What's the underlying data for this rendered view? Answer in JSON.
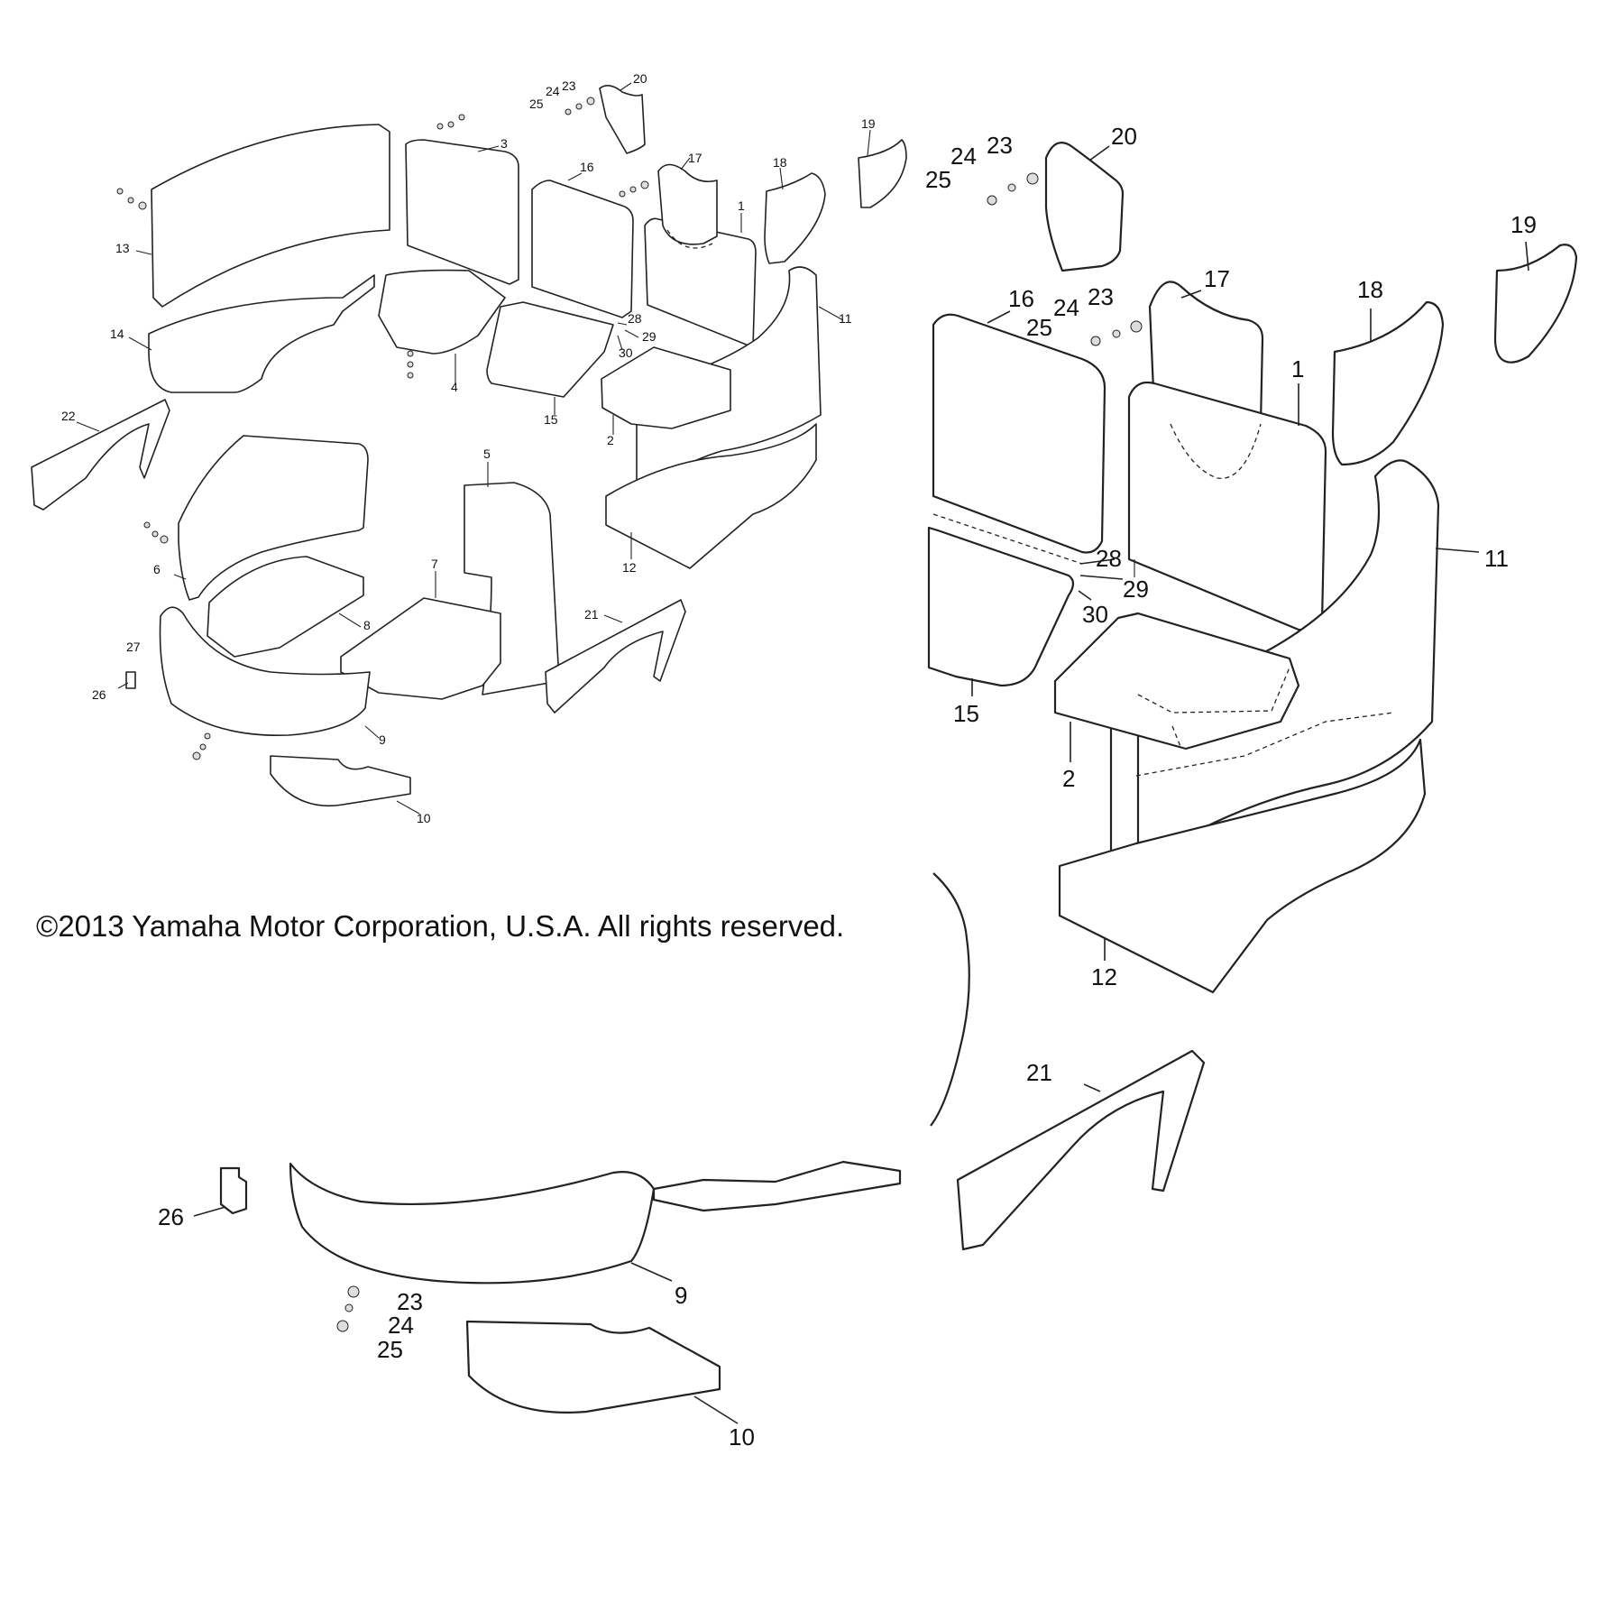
{
  "diagram": {
    "copyright": "©2013 Yamaha Motor Corporation, U.S.A. All rights reserved.",
    "overview_labels": [
      "1",
      "2",
      "3",
      "4",
      "5",
      "6",
      "7",
      "8",
      "9",
      "10",
      "11",
      "12",
      "13",
      "14",
      "15",
      "16",
      "17",
      "18",
      "19",
      "20",
      "21",
      "22",
      "23",
      "24",
      "25",
      "26",
      "27",
      "28",
      "29",
      "30"
    ],
    "detail_labels": [
      "1",
      "2",
      "9",
      "10",
      "11",
      "12",
      "15",
      "16",
      "17",
      "18",
      "19",
      "20",
      "21",
      "23",
      "24",
      "25",
      "26",
      "28",
      "29",
      "30"
    ]
  }
}
